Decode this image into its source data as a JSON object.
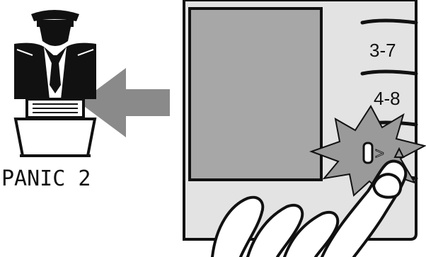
{
  "character": {
    "caption": "PANIC 2"
  },
  "device": {
    "slider_labels": [
      "3-7",
      "4-8"
    ],
    "mode_symbol": "▯>△"
  },
  "colors": {
    "arrow": "#8a8a8a",
    "screen": "#a7a7a7",
    "device_face": "#e3e3e3",
    "starburst": "#9a9a9a",
    "ink": "#111111"
  },
  "icons": [
    "captain-icon",
    "left-arrow-icon",
    "starburst-icon",
    "hand-icon"
  ]
}
